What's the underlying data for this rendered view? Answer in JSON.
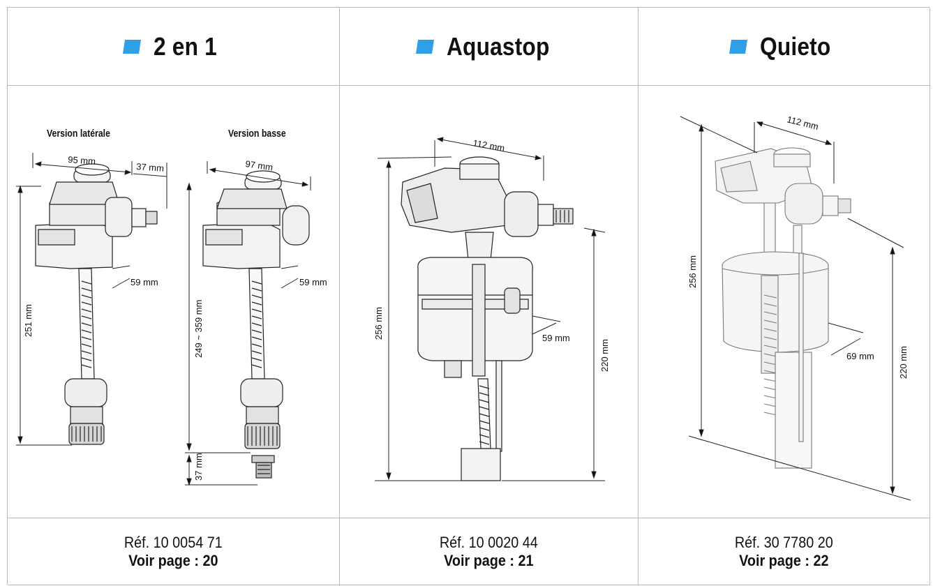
{
  "colors": {
    "accent": "#2f9fe8",
    "grid": "#b9b9b9"
  },
  "products": [
    {
      "title": "2 en 1",
      "ref": "Réf. 10 0054 71",
      "voir": "Voir page : 20",
      "versions": [
        "Version latérale",
        "Version basse"
      ],
      "dims": {
        "lat_width": "95 mm",
        "lat_nozzle": "37 mm",
        "lat_depth": "59 mm",
        "lat_height": "251 mm",
        "basse_width": "97 mm",
        "basse_depth": "59 mm",
        "basse_height": "249 ~ 359 mm",
        "basse_bottom": "37 mm"
      }
    },
    {
      "title": "Aquastop",
      "ref": "Réf. 10 0020 44",
      "voir": "Voir page : 21",
      "dims": {
        "width": "112 mm",
        "depth": "59 mm",
        "height": "256 mm",
        "inner_height": "220 mm"
      }
    },
    {
      "title": "Quieto",
      "ref": "Réf. 30 7780 20",
      "voir": "Voir page : 22",
      "dims": {
        "width": "112 mm",
        "depth": "69 mm",
        "height": "256 mm",
        "inner_height": "220 mm"
      }
    }
  ]
}
